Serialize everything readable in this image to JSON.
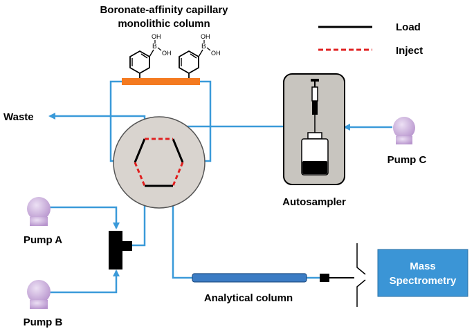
{
  "title": {
    "line1": "Boronate-affinity capillary",
    "line2": "monolithic column"
  },
  "legend": {
    "load": "Load",
    "inject": "Inject"
  },
  "labels": {
    "waste": "Waste",
    "pump_a": "Pump A",
    "pump_b": "Pump B",
    "pump_c": "Pump C",
    "autosampler": "Autosampler",
    "analytical_column": "Analytical column",
    "mass_spec_line1": "Mass",
    "mass_spec_line2": "Spectrometry"
  },
  "chem": {
    "oh": "OH",
    "b": "B"
  },
  "colors": {
    "tubing": "#3a9ad9",
    "monolith": "#f47a20",
    "pump": "#c4a6d6",
    "valve": "#d9d4cf",
    "autosampler": "#c8c5bf",
    "mass_spec": "#3b95d6",
    "analytical_column": "#3b7cc4",
    "inject": "#e02020"
  }
}
